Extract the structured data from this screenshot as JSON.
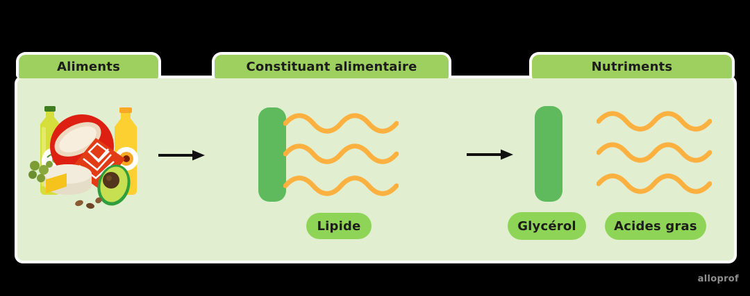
{
  "tabs": [
    {
      "id": "aliments",
      "label": "Aliments"
    },
    {
      "id": "constituant-alimentaire",
      "label": "Constituant alimentaire"
    },
    {
      "id": "nutriments",
      "label": "Nutriments"
    }
  ],
  "labels": {
    "lipide": "Lipide",
    "glycerol": "Glycérol",
    "acides_gras": "Acides gras"
  },
  "watermark": "alloprof",
  "icons": {
    "food_items": [
      "olive-oil-bottle",
      "sunflower-oil-bottle",
      "coconut-half",
      "salmon-fillet",
      "cheese-wheel",
      "avocado-half",
      "olives",
      "seeds"
    ],
    "arrows": [
      "right-arrow",
      "right-arrow"
    ]
  },
  "colors": {
    "background": "#000000",
    "panel_bg": "#e1efd0",
    "tab_green": "#9dd05f",
    "pill_green": "#8ed456",
    "bar_green": "#5eba5c",
    "wave_orange": "#fbb040",
    "text_dark": "#1d1d1b",
    "border_white": "#ffffff",
    "watermark_gray": "#8f8f8f"
  }
}
